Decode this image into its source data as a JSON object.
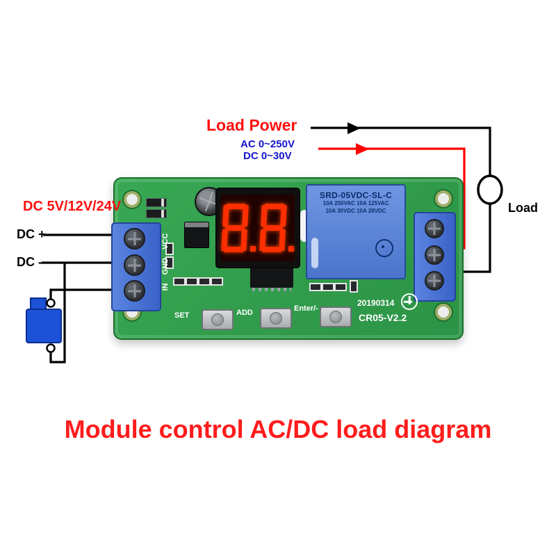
{
  "annotations": {
    "load_power": "Load Power",
    "ac_range": "AC 0~250V",
    "dc_range": "DC 0~30V",
    "load": "Load",
    "supply": "DC 5V/12V/24V",
    "dc_plus": "DC +",
    "dc_minus": "DC -",
    "title": "Module control AC/DC load diagram"
  },
  "board": {
    "display_value": "8.8.",
    "relay": {
      "model": "SRD-05VDC-SL-C",
      "spec_line1": "10A 250VAC 10A 125VAC",
      "spec_line2": "10A 30VDC 10A 28VDC"
    },
    "silkscreen": {
      "pin_labels": "IN GND VCC",
      "btn_set": "SET",
      "btn_add": "ADD",
      "btn_enter": "Enter/-",
      "date_code": "20190314",
      "version": "CR05-V2.2"
    }
  },
  "colors": {
    "wire_black": "#000000",
    "wire_red": "#ff0000",
    "label_red": "#ff1010",
    "label_blue": "#1414cc",
    "board_green": "#2f9e4a",
    "terminal_blue": "#3f6cd2",
    "relay_blue": "#5a82d6",
    "digit_red": "#ff2e00",
    "title_red": "#ff1c1c"
  }
}
